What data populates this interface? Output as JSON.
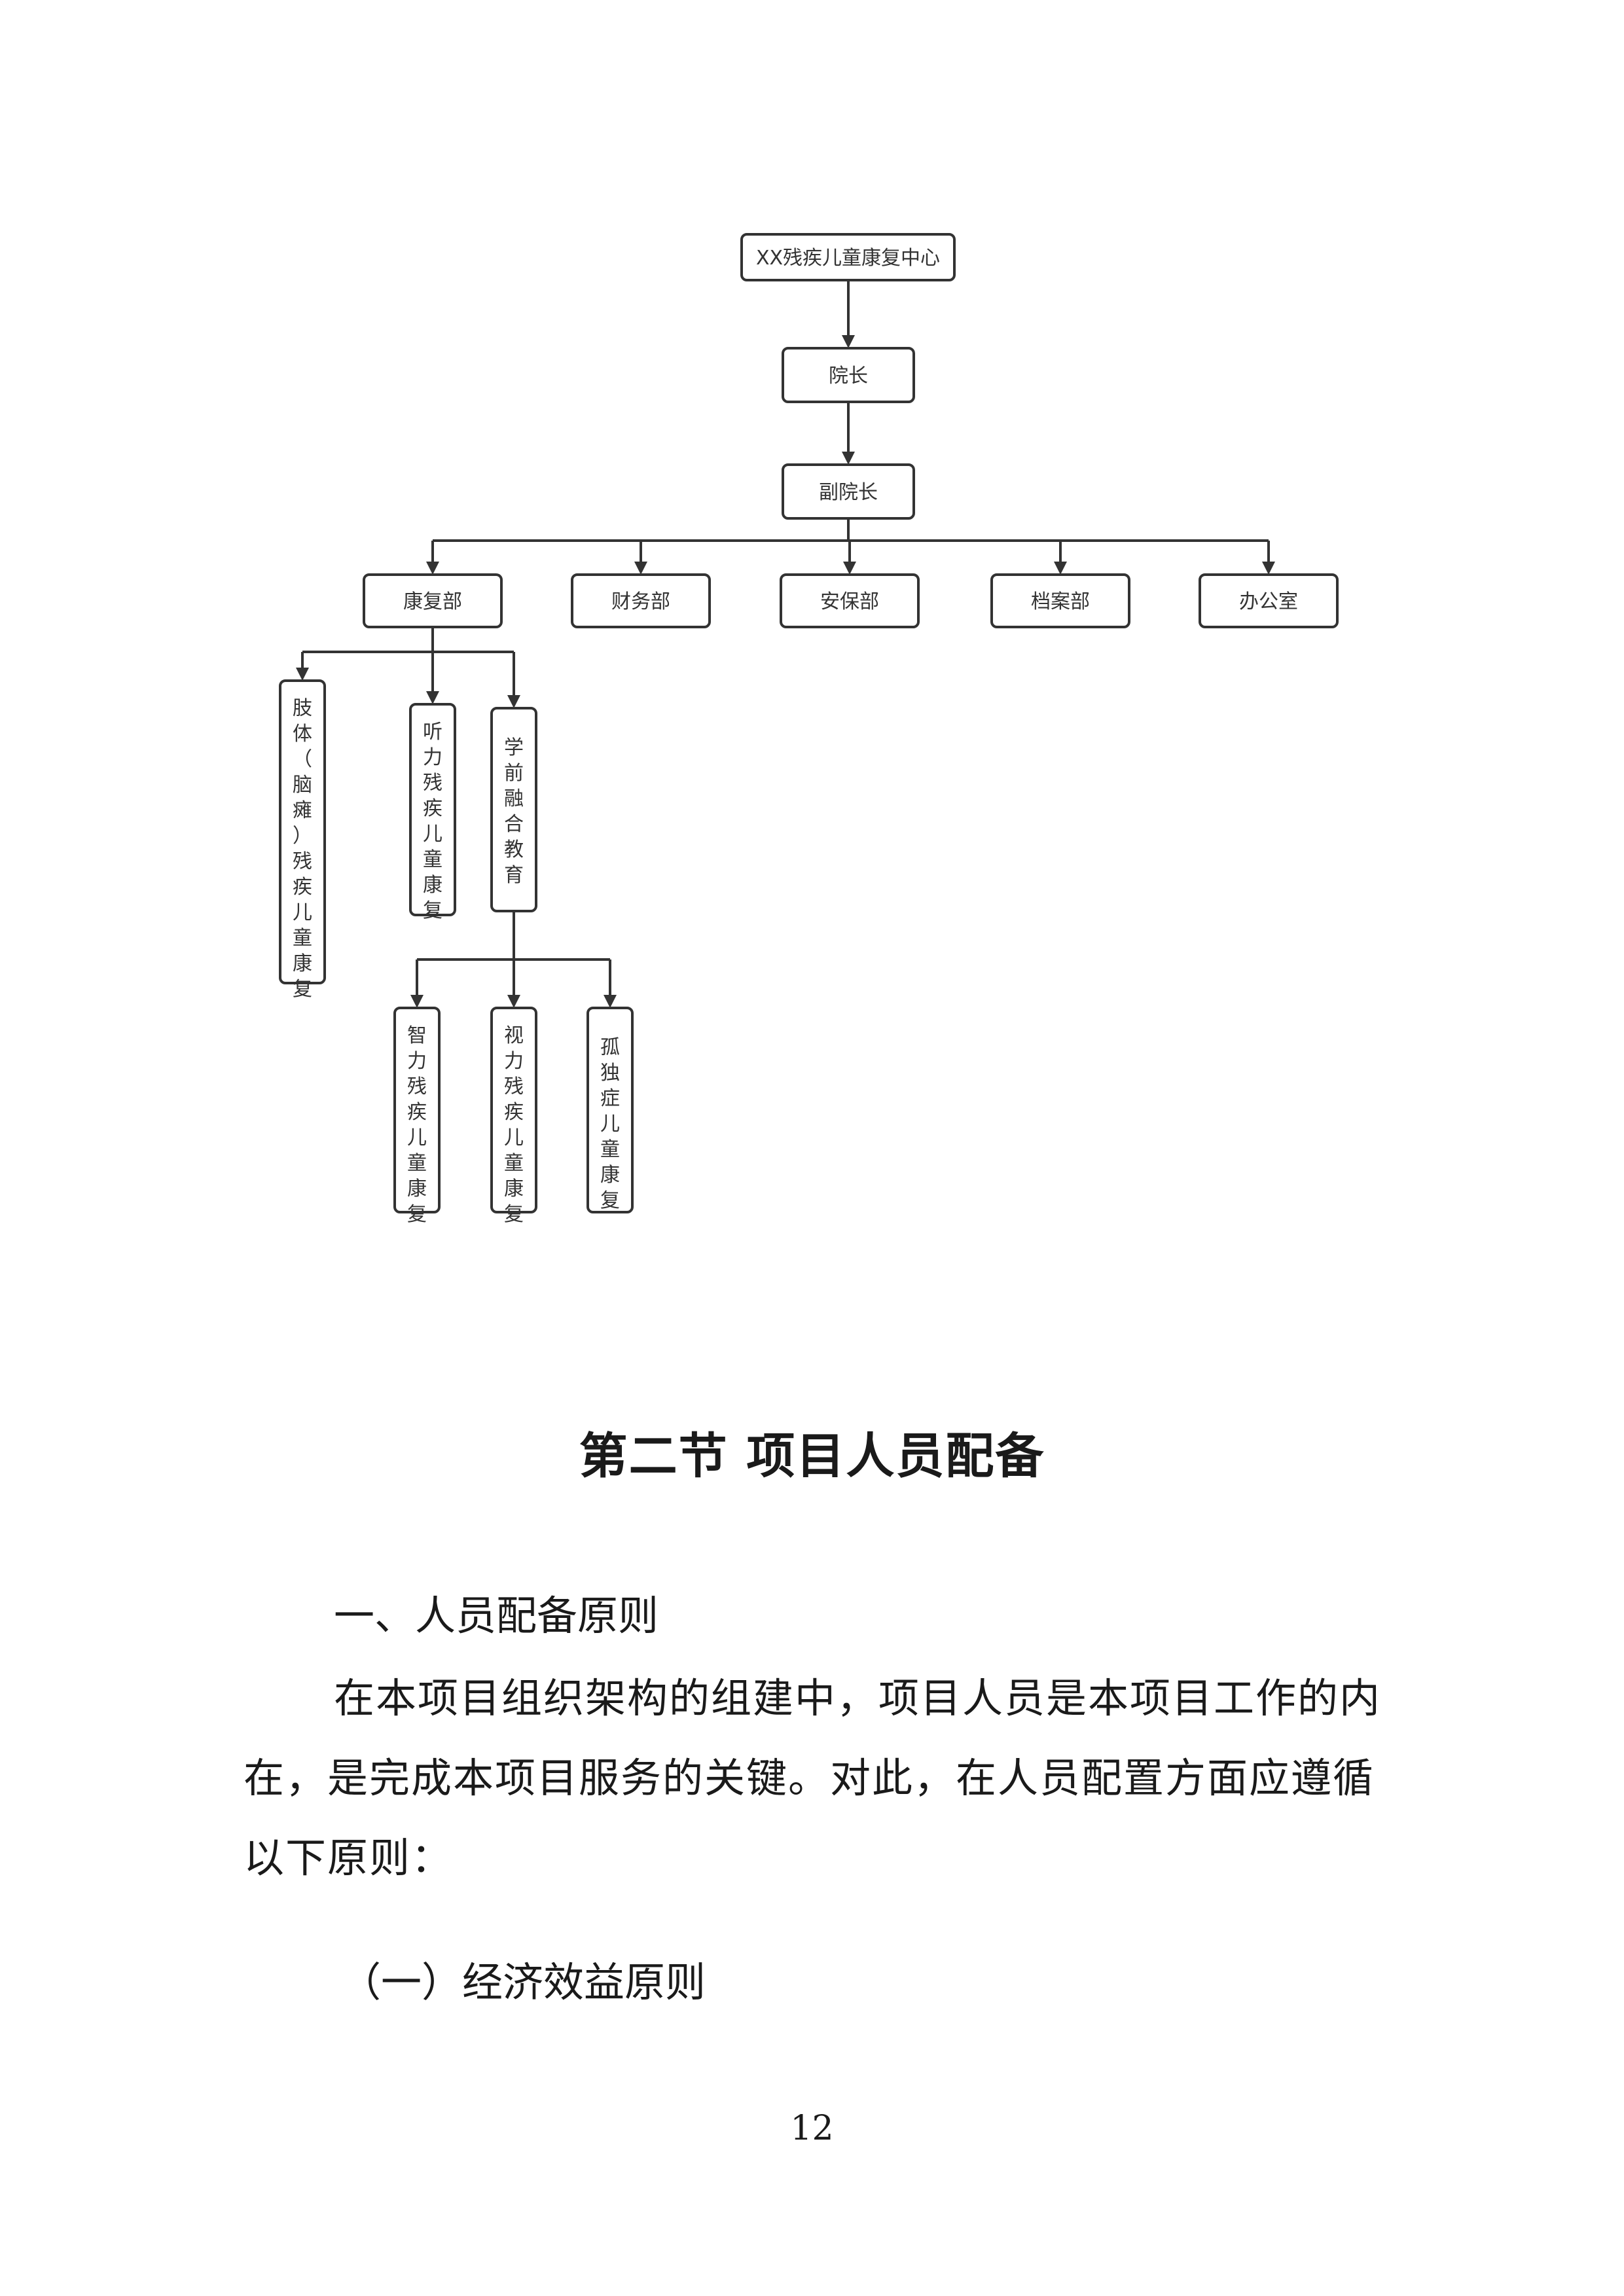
{
  "org_chart": {
    "root": "XX残疾儿童康复中心",
    "director": "院长",
    "vice_director": "副院长",
    "departments": [
      "康复部",
      "财务部",
      "安保部",
      "档案部",
      "办公室"
    ],
    "rehab_units": [
      "肢体（脑瘫）残疾儿童康复",
      "听力残疾儿童康复",
      "学前融合教育"
    ],
    "education_units": [
      "智力残疾儿童康复",
      "视力残疾儿童康复",
      "孤独症儿童康复"
    ]
  },
  "section_title": "第二节  项目人员配备",
  "heading_1": "一、人员配备原则",
  "paragraph": "在本项目组织架构的组建中，项目人员是本项目工作的内在，是完成本项目服务的关键。对此，在人员配置方面应遵循以下原则：",
  "heading_2": "（一）经济效益原则",
  "page_number": "12"
}
